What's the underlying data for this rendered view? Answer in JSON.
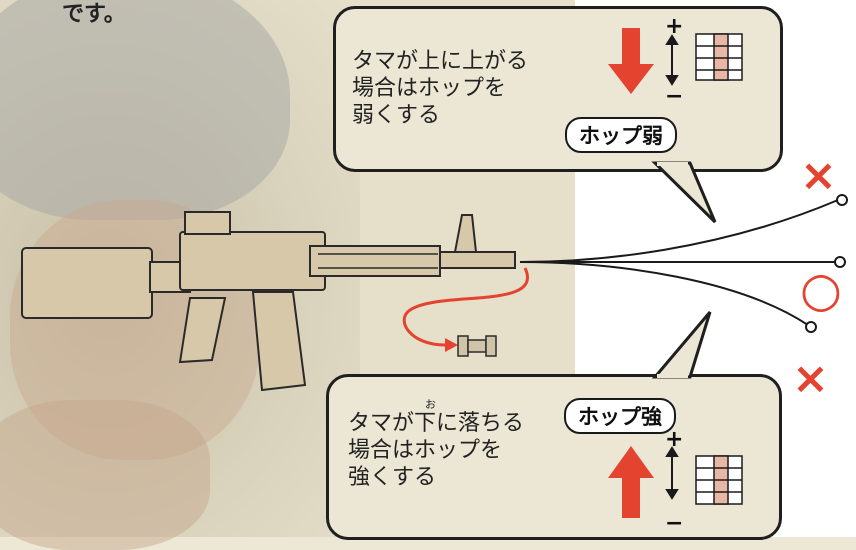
{
  "top_caption": "です。",
  "upper_bubble": {
    "lines": [
      "タマが上に上がる",
      "場合はホップを",
      "弱くする"
    ],
    "badge": "ホップ弱"
  },
  "lower_bubble": {
    "lines": [
      "タマが下に落ちる",
      "場合はホップを",
      "強くする"
    ],
    "furigana": "お",
    "badge": "ホップ強"
  },
  "adjust_scale": {
    "plus": "+",
    "minus": "−"
  },
  "markers": {
    "wrong": "×",
    "right": "○"
  },
  "colors": {
    "arrow_red": "#e4432f",
    "line": "#1a1a1a",
    "bubble_fill": "#ece7d4",
    "gun_fill": "#d7c8aa"
  }
}
